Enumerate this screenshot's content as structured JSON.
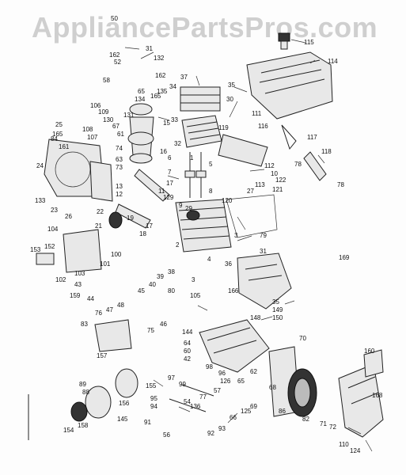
{
  "watermark": "AppliancePartsPros.com",
  "labels": [
    "50",
    "31",
    "162",
    "132",
    "52",
    "58",
    "115",
    "114",
    "37",
    "162",
    "35",
    "34",
    "65",
    "135",
    "134",
    "165",
    "33",
    "131",
    "109",
    "130",
    "106",
    "67",
    "108",
    "107",
    "25",
    "165",
    "161",
    "74",
    "24",
    "63",
    "73",
    "84",
    "23",
    "26",
    "133",
    "111",
    "116",
    "119",
    "117",
    "78",
    "118",
    "15",
    "32",
    "6",
    "16",
    "5",
    "7",
    "17",
    "8",
    "9",
    "129",
    "13",
    "12",
    "11",
    "22",
    "19",
    "18",
    "21",
    "17",
    "104",
    "153",
    "152",
    "101",
    "102",
    "103",
    "100",
    "159",
    "44",
    "43",
    "40",
    "45",
    "39",
    "38",
    "3",
    "79",
    "31",
    "169",
    "166",
    "35",
    "149",
    "150",
    "120",
    "27",
    "121",
    "112",
    "10",
    "122",
    "113",
    "78",
    "80",
    "48",
    "47",
    "76",
    "46",
    "75",
    "83",
    "105",
    "144",
    "64",
    "60",
    "42",
    "98",
    "148",
    "70",
    "157",
    "155",
    "158",
    "156",
    "154",
    "145",
    "97",
    "95",
    "94",
    "93",
    "92",
    "91",
    "96",
    "99",
    "57",
    "126",
    "136",
    "54",
    "56",
    "125",
    "77",
    "62",
    "65",
    "68",
    "86",
    "82",
    "71",
    "72",
    "160",
    "168",
    "110",
    "124",
    "1",
    "2",
    "3",
    "4",
    "36",
    "61",
    "89",
    "29",
    "30",
    "66",
    "69",
    "88"
  ]
}
